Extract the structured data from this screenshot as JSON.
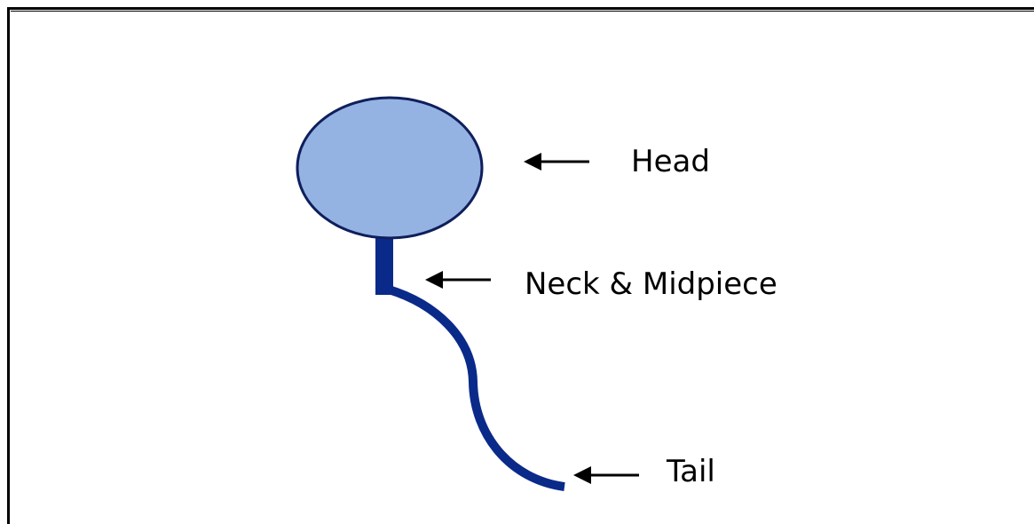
{
  "diagram": {
    "labels": {
      "head": "Head",
      "neck_midpiece": "Neck & Midpiece",
      "tail": "Tail"
    },
    "colors": {
      "head_fill": "#95b3e2",
      "outline": "#0f1f5c",
      "neck_tail": "#0a2a8a",
      "arrow": "#000000"
    }
  }
}
